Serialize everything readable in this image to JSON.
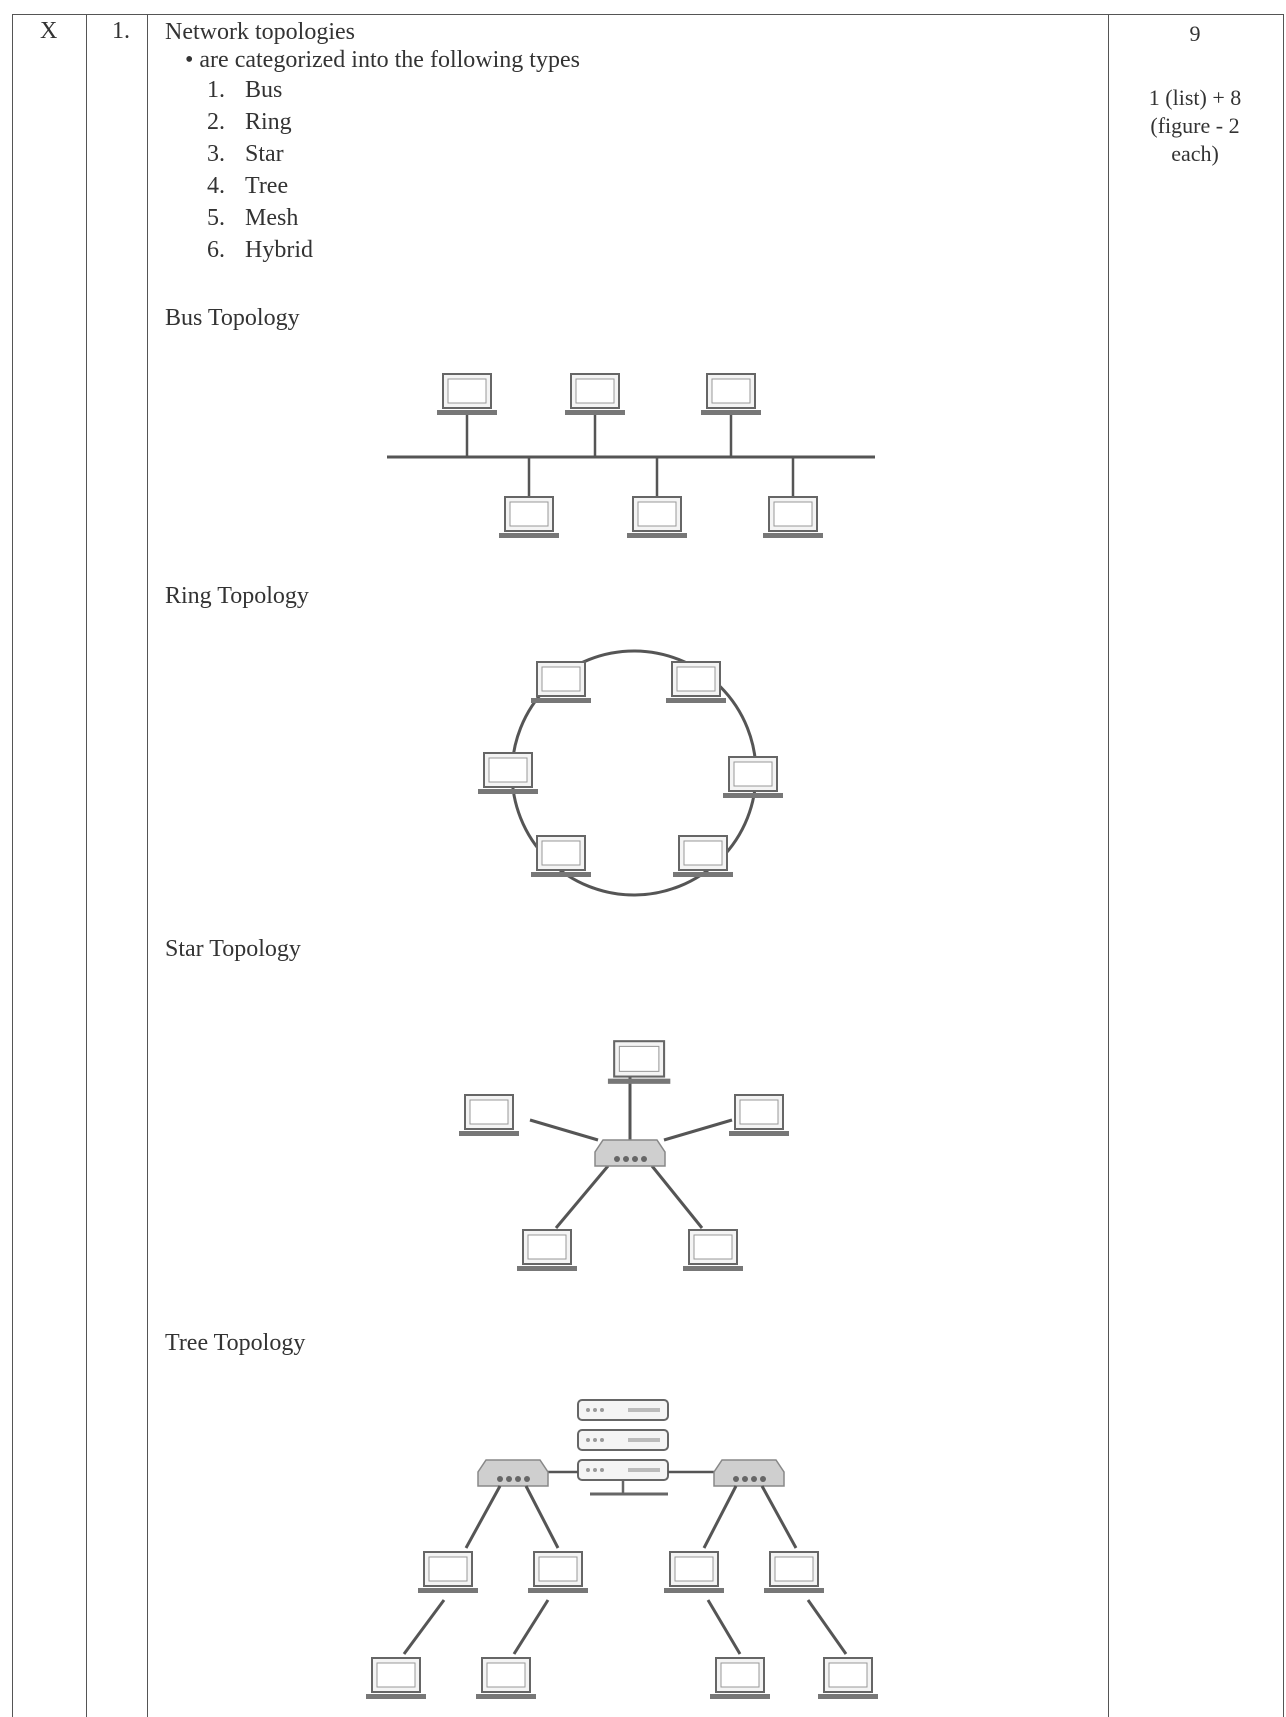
{
  "row": {
    "question_number": "X",
    "sub_number": "1.",
    "heading": "Network topologies",
    "bullet": "are categorized into the following types",
    "types": [
      {
        "num": "1.",
        "label": "Bus"
      },
      {
        "num": "2.",
        "label": "Ring"
      },
      {
        "num": "3.",
        "label": "Star"
      },
      {
        "num": "4.",
        "label": "Tree"
      },
      {
        "num": "5.",
        "label": "Mesh"
      },
      {
        "num": "6.",
        "label": "Hybrid"
      }
    ],
    "marks_total": "9",
    "marks_breakdown": [
      "1 (list) + 8",
      "(figure - 2",
      "each)"
    ]
  },
  "figures": {
    "bus_title": "Bus Topology",
    "ring_title": "Ring Topology",
    "star_title": "Star Topology",
    "tree_title": "Tree Topology"
  },
  "colors": {
    "line": "#555555",
    "device": "#666666",
    "device_fill": "#f4f4f4",
    "text": "#333333"
  }
}
